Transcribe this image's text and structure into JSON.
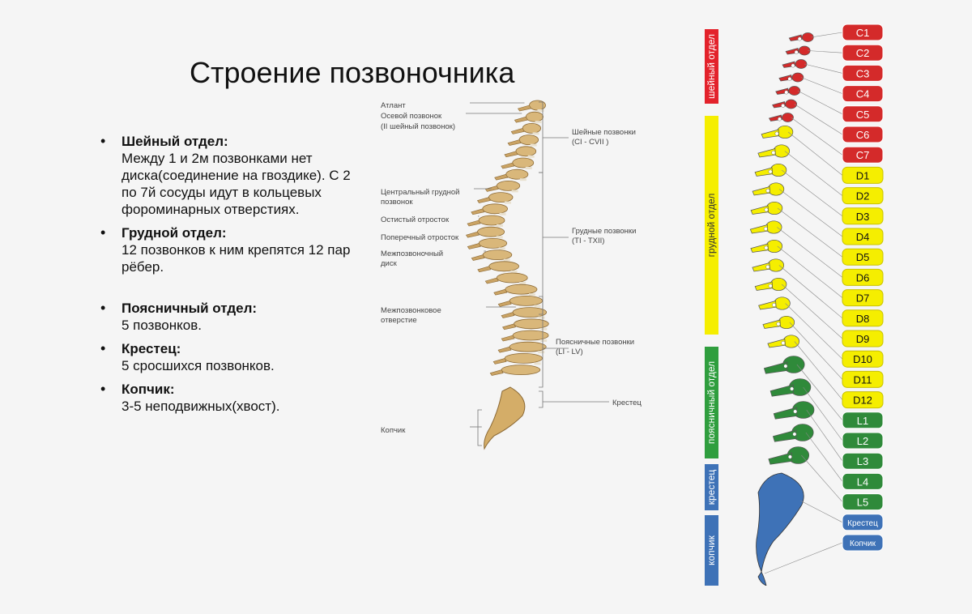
{
  "title": "Строение позвоночника",
  "bullets": [
    {
      "head": "Шейный отдел:",
      "body": "Между 1 и 2м позвонками нет диска(соединение на гвоздике). С 2 по 7й сосуды идут в кольцевых фороминарных отверстиях."
    },
    {
      "head": "Грудной отдел:",
      "body": "12 позвонков к ним крепятся 12 пар рёбер."
    },
    {
      "head": "Поясничный отдел:",
      "body": "5 позвонков."
    },
    {
      "head": "Крестец:",
      "body": "5 сросшихся позвонков."
    },
    {
      "head": "Копчик:",
      "body": "3-5 неподвижных(хвост)."
    }
  ],
  "middle_labels": {
    "left": [
      "Атлант",
      "Осевой позвонок",
      "(II шейный позвонок)",
      "Центральный грудной",
      "позвонок",
      "Остистый отросток",
      "Поперечный отросток",
      "Межпозвоночный",
      "диск",
      "Межпозвонковое",
      "отверстие",
      "Копчик"
    ],
    "right": [
      "Шейные позвонки",
      "(CI - CVII )",
      "Грудные позвонки",
      "(TI - TXII)",
      "Поясничные позвонки",
      "(LI - LV)",
      "Крестец"
    ]
  },
  "section_bars": [
    {
      "label": "шейный отдел",
      "color": "#e3222b"
    },
    {
      "label": "грудной отдел",
      "color": "#f5ee00"
    },
    {
      "label": "поясничный отдел",
      "color": "#2f9e3e"
    },
    {
      "label": "крестец",
      "color": "#3e72b7"
    },
    {
      "label": "копчик",
      "color": "#3e72b7"
    }
  ],
  "vertebrae": [
    {
      "label": "C1",
      "group": "cervical"
    },
    {
      "label": "C2",
      "group": "cervical"
    },
    {
      "label": "C3",
      "group": "cervical"
    },
    {
      "label": "C4",
      "group": "cervical"
    },
    {
      "label": "C5",
      "group": "cervical"
    },
    {
      "label": "C6",
      "group": "cervical"
    },
    {
      "label": "C7",
      "group": "cervical"
    },
    {
      "label": "D1",
      "group": "thoracic"
    },
    {
      "label": "D2",
      "group": "thoracic"
    },
    {
      "label": "D3",
      "group": "thoracic"
    },
    {
      "label": "D4",
      "group": "thoracic"
    },
    {
      "label": "D5",
      "group": "thoracic"
    },
    {
      "label": "D6",
      "group": "thoracic"
    },
    {
      "label": "D7",
      "group": "thoracic"
    },
    {
      "label": "D8",
      "group": "thoracic"
    },
    {
      "label": "D9",
      "group": "thoracic"
    },
    {
      "label": "D10",
      "group": "thoracic"
    },
    {
      "label": "D11",
      "group": "thoracic"
    },
    {
      "label": "D12",
      "group": "thoracic"
    },
    {
      "label": "L1",
      "group": "lumbar"
    },
    {
      "label": "L2",
      "group": "lumbar"
    },
    {
      "label": "L3",
      "group": "lumbar"
    },
    {
      "label": "L4",
      "group": "lumbar"
    },
    {
      "label": "L5",
      "group": "lumbar"
    },
    {
      "label": "Крестец",
      "group": "sacrum"
    },
    {
      "label": "Копчик",
      "group": "coccyx"
    }
  ],
  "group_colors": {
    "cervical": {
      "fill": "#d42a2a",
      "text": "#ffffff"
    },
    "thoracic": {
      "fill": "#f5ee00",
      "text": "#111111"
    },
    "lumbar": {
      "fill": "#2f8a3a",
      "text": "#ffffff"
    },
    "sacrum": {
      "fill": "#3e72b7",
      "text": "#ffffff"
    },
    "coccyx": {
      "fill": "#3e72b7",
      "text": "#ffffff"
    }
  }
}
